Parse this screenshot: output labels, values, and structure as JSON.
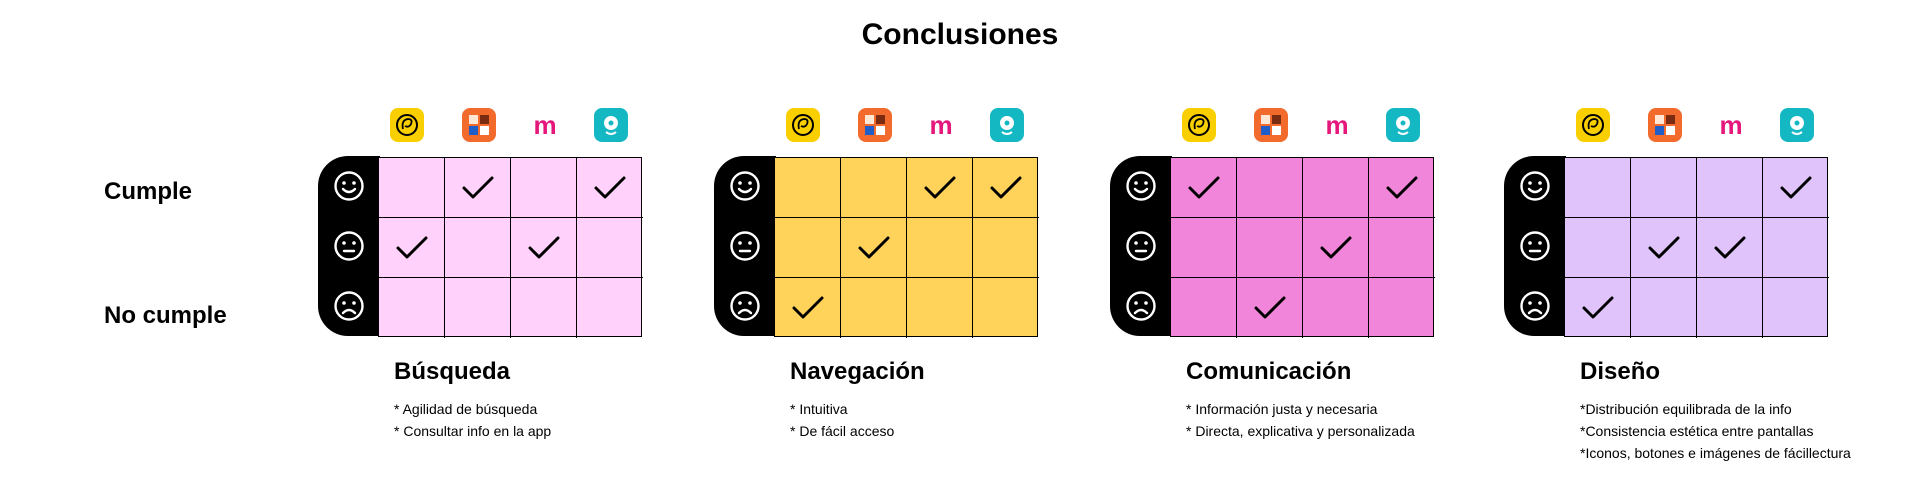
{
  "title": "Conclusiones",
  "row_labels": {
    "top": "Cumple",
    "bottom": "No cumple"
  },
  "rating_icons": [
    "happy-face-icon",
    "neutral-face-icon",
    "sad-face-icon"
  ],
  "apps": [
    {
      "icon": "yellow-swirl-app-icon",
      "color": "#f9cf00"
    },
    {
      "icon": "orange-collage-app-icon",
      "color": "#f26b2c"
    },
    {
      "icon": "pink-m-app-icon",
      "label": "m",
      "color": "#e5177b"
    },
    {
      "icon": "teal-dog-app-icon",
      "color": "#13b8c3"
    }
  ],
  "categories": [
    {
      "title": "Búsqueda",
      "color": "#ffd1fb",
      "grid": [
        [
          0,
          1,
          0,
          1
        ],
        [
          1,
          0,
          1,
          0
        ],
        [
          0,
          0,
          0,
          0
        ]
      ],
      "notes": [
        "* Agilidad de búsqueda",
        "* Consultar info en la app"
      ]
    },
    {
      "title": "Navegación",
      "color": "#ffd259",
      "grid": [
        [
          0,
          0,
          1,
          1
        ],
        [
          0,
          1,
          0,
          0
        ],
        [
          1,
          0,
          0,
          0
        ]
      ],
      "notes": [
        "* Intuitiva",
        "* De fácil acceso"
      ]
    },
    {
      "title": "Comunicación",
      "color": "#f085d9",
      "grid": [
        [
          1,
          0,
          0,
          1
        ],
        [
          0,
          0,
          1,
          0
        ],
        [
          0,
          1,
          0,
          0
        ]
      ],
      "notes": [
        "* Información justa y necesaria",
        "* Directa, explicativa y personalizada"
      ]
    },
    {
      "title": "Diseño",
      "color": "#e1c3fb",
      "grid": [
        [
          0,
          0,
          0,
          1
        ],
        [
          0,
          1,
          1,
          0
        ],
        [
          1,
          0,
          0,
          0
        ]
      ],
      "notes": [
        "*Distribución equilibrada de la info",
        "*Consistencia estética entre pantallas",
        "*Iconos, botones e imágenes de fácillectura"
      ]
    }
  ]
}
